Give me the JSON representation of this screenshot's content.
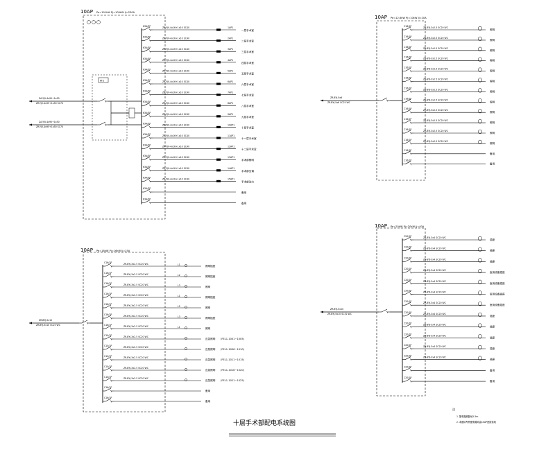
{
  "panels": [
    {
      "id": "top-left",
      "title": "10AP",
      "title_params": "Pe=191kW  Pj=109kW  Ij=230A",
      "has_ats": true,
      "ats_label": "ATS",
      "incoming": [
        {
          "label": "ZA-YJV-4x95+1x50",
          "sub": "ZR-YJV-4x95+1x50 SC70"
        },
        {
          "label": "ZA-YJV-4x95+1x50",
          "sub": "ZR-YJV-4x95+1x50 SC70"
        }
      ],
      "breakers": [
        {
          "rating": "63A/3P",
          "cable": "ZR-YJV-4x16+1x10 SC40",
          "dest": "1AP1",
          "note": "一层手术室"
        },
        {
          "rating": "63A/3P",
          "cable": "ZR-YJV-4x16+1x10 SC40",
          "dest": "2AP1",
          "note": "二层手术室"
        },
        {
          "rating": "63A/3P",
          "cable": "ZR-YJV-4x16+1x10 SC40",
          "dest": "3AP1",
          "note": "三层手术室"
        },
        {
          "rating": "63A/3P",
          "cable": "ZR-YJV-4x16+1x10 SC40",
          "dest": "4AP1",
          "note": "四层手术室"
        },
        {
          "rating": "63A/3P",
          "cable": "ZR-YJV-4x16+1x10 SC40",
          "dest": "5AP1",
          "note": "五层手术室"
        },
        {
          "rating": "63A/3P",
          "cable": "ZR-YJV-4x16+1x10 SC40",
          "dest": "6AP1",
          "note": "六层手术室"
        },
        {
          "rating": "63A/3P",
          "cable": "ZR-YJV-4x16+1x10 SC40",
          "dest": "7AP1",
          "note": "七层手术室"
        },
        {
          "rating": "63A/3P",
          "cable": "ZR-YJV-4x16+1x10 SC40",
          "dest": "8AP1",
          "note": "八层手术室"
        },
        {
          "rating": "63A/3P",
          "cable": "ZR-YJV-4x16+1x10 SC40",
          "dest": "9AP1",
          "note": "九层手术室"
        },
        {
          "rating": "63A/3P",
          "cable": "ZR-YJV-4x16+1x10 SC40",
          "dest": "10AP1",
          "note": "十层手术室"
        },
        {
          "rating": "63A/3P",
          "cable": "ZR-YJV-4x16+1x10 SC40",
          "dest": "11AP1",
          "note": "十一层手术室"
        },
        {
          "rating": "63A/3P",
          "cable": "ZR-YJV-4x16+1x10 SC40",
          "dest": "12AP1",
          "note": "十二层手术室"
        },
        {
          "rating": "63A/3P",
          "cable": "ZR-YJV-4x16+1x10 SC40",
          "dest": "13AP1",
          "note": "手术部照明"
        },
        {
          "rating": "63A/3P",
          "cable": "ZR-YJV-4x16+1x10 SC40",
          "dest": "14AP1",
          "note": "手术部空调"
        },
        {
          "rating": "63A/3P",
          "cable": "ZR-YJV-4x16+1x10 SC40",
          "dest": "15AP1",
          "note": "手术部动力"
        },
        {
          "rating": "63A/3P",
          "cable": "",
          "dest": "",
          "note": "备用"
        },
        {
          "rating": "63A/3P",
          "cable": "",
          "dest": "",
          "note": "备用"
        }
      ]
    },
    {
      "id": "bottom-left",
      "title": "10AP",
      "title_params": "Pe=18kW  Pj=16kW  Ij=25A",
      "has_ats": false,
      "incoming": [
        {
          "label": "ZR-BYJ-5x10",
          "sub": "ZR-BYJ-5x10 SC25 WC"
        }
      ],
      "breakers": [
        {
          "rating": "C16/1P",
          "cable": "ZR-BYJ-3x2.5 SC20 WC",
          "phase": "L1",
          "note": "照明插座"
        },
        {
          "rating": "C16/1P",
          "cable": "ZR-BYJ-3x2.5 SC20 WC",
          "phase": "L2",
          "note": "照明插座"
        },
        {
          "rating": "C16/1P",
          "cable": "ZR-BYJ-3x2.5 SC20 WC",
          "phase": "L3",
          "note": "照明"
        },
        {
          "rating": "C16/1P",
          "cable": "ZR-BYJ-3x2.5 SC20 WC",
          "phase": "L1",
          "note": "照明插座"
        },
        {
          "rating": "C16/1P",
          "cable": "ZR-BYJ-3x2.5 SC20 WC",
          "phase": "L2",
          "note": "照明"
        },
        {
          "rating": "C16/1P",
          "cable": "ZR-BYJ-3x2.5 SC20 WC",
          "phase": "L3",
          "note": "照明插座"
        },
        {
          "rating": "C16/1P",
          "cable": "ZR-BYJ-3x2.5 SC20 WC",
          "phase": "L1",
          "note": "照明"
        },
        {
          "rating": "C10/1P",
          "cable": "ZR-BYJ-3x2.5 SC20 WC",
          "phase": "",
          "note": "应急照明",
          "extra": "(FEL1-1001~1005)"
        },
        {
          "rating": "C10/1P",
          "cable": "ZR-BYJ-3x2.5 SC20 WC",
          "phase": "",
          "note": "应急照明",
          "extra": "(FEL1-1006~1010)"
        },
        {
          "rating": "C10/1P",
          "cable": "ZR-BYJ-3x2.5 SC20 WC",
          "phase": "",
          "note": "应急照明",
          "extra": "(FEL1-1011~1015)"
        },
        {
          "rating": "C10/1P",
          "cable": "ZR-BYJ-3x2.5 SC20 WC",
          "phase": "",
          "note": "应急照明",
          "extra": "(FEL1-1016~1020)"
        },
        {
          "rating": "C10/1P",
          "cable": "ZR-BYJ-3x2.5 SC20 WC",
          "phase": "",
          "note": "应急照明",
          "extra": "(FEL1-1021~1025)"
        },
        {
          "rating": "C16/1P",
          "cable": "",
          "phase": "",
          "note": "备用"
        },
        {
          "rating": "C16/1P",
          "cable": "",
          "phase": "",
          "note": "备用"
        }
      ]
    },
    {
      "id": "top-right",
      "title": "10AP",
      "title_params": "Pe=12.6kW  Pj=10kW  Ij=20A",
      "has_ats": false,
      "incoming": [
        {
          "label": "ZR-BYJ-5x6",
          "sub": "ZR-BYJ-5x6 SC25 WC"
        }
      ],
      "breakers": [
        {
          "rating": "C16/1P",
          "cable": "ZR-BYJ-3x2.5 SC20 WC",
          "note": "照明"
        },
        {
          "rating": "C16/1P",
          "cable": "ZR-BYJ-3x2.5 SC20 WC",
          "note": "照明"
        },
        {
          "rating": "C16/1P",
          "cable": "ZR-BYJ-3x2.5 SC20 WC",
          "note": "照明"
        },
        {
          "rating": "C16/1P",
          "cable": "ZR-BYJ-3x2.5 SC20 WC",
          "note": "照明"
        },
        {
          "rating": "C16/1P",
          "cable": "ZR-BYJ-3x2.5 SC20 WC",
          "note": "照明"
        },
        {
          "rating": "C16/1P",
          "cable": "ZR-BYJ-3x2.5 SC20 WC",
          "note": "照明"
        },
        {
          "rating": "C16/1P",
          "cable": "ZR-BYJ-3x2.5 SC20 WC",
          "note": "照明"
        },
        {
          "rating": "C16/1P",
          "cable": "ZR-BYJ-3x2.5 SC20 WC",
          "note": "照明"
        },
        {
          "rating": "C16/1P",
          "cable": "ZR-BYJ-3x2.5 SC20 WC",
          "note": "照明"
        },
        {
          "rating": "C16/1P",
          "cable": "ZR-BYJ-3x2.5 SC20 WC",
          "note": "照明"
        },
        {
          "rating": "C16/1P",
          "cable": "ZR-BYJ-3x2.5 SC20 WC",
          "note": "照明"
        },
        {
          "rating": "C16/1P",
          "cable": "ZR-BYJ-3x2.5 SC20 WC",
          "note": "照明"
        },
        {
          "rating": "C16/1P",
          "cable": "",
          "note": "备用"
        },
        {
          "rating": "C16/1P",
          "cable": "",
          "note": "备用"
        }
      ]
    },
    {
      "id": "bottom-right",
      "title": "10AP",
      "title_params": "Pe=20kW  Pj=20kW  Ij=40A",
      "has_ats": false,
      "incoming": [
        {
          "label": "ZR-BYJ-5x10",
          "sub": "ZR-BYJ-5x10 SC32 WC"
        }
      ],
      "breakers": [
        {
          "rating": "C20/1P",
          "cable": "ZR-BYJ-3x4 SC20 WC",
          "note": "插座"
        },
        {
          "rating": "C20/1P",
          "cable": "ZR-BYJ-3x4 SC20 WC",
          "note": "插座"
        },
        {
          "rating": "C20/1P",
          "cable": "ZR-BYJ-3x4 SC20 WC",
          "note": "插座"
        },
        {
          "rating": "C20/1P",
          "cable": "ZR-BYJ-3x4 SC20 WC",
          "note": "医用设备插座"
        },
        {
          "rating": "C20/1P",
          "cable": "ZR-BYJ-3x4 SC20 WC",
          "note": "医用设备插座"
        },
        {
          "rating": "C20/1P",
          "cable": "ZR-BYJ-3x4 SC20 WC",
          "note": "医用设备插座"
        },
        {
          "rating": "C20/1P",
          "cable": "ZR-BYJ-3x4 SC20 WC",
          "note": "医用设备插座"
        },
        {
          "rating": "C20/1P",
          "cable": "ZR-BYJ-3x4 SC20 WC",
          "note": "插座"
        },
        {
          "rating": "C20/1P",
          "cable": "ZR-BYJ-3x4 SC20 WC",
          "note": "插座"
        },
        {
          "rating": "C20/1P",
          "cable": "ZR-BYJ-3x4 SC20 WC",
          "note": "插座"
        },
        {
          "rating": "C20/1P",
          "cable": "ZR-BYJ-3x4 SC20 WC",
          "note": "插座"
        },
        {
          "rating": "C20/1P",
          "cable": "ZR-BYJ-3x4 SC20 WC",
          "note": "插座"
        },
        {
          "rating": "C20/1P",
          "cable": "",
          "note": "备用"
        },
        {
          "rating": "C20/1P",
          "cable": "",
          "note": "备用"
        }
      ]
    }
  ],
  "drawing_title": "十层手术部配电系统图",
  "notes": {
    "heading": "注",
    "items": [
      "1. 配电箱底距地1.5m",
      "2. 本图中所有配电箱均由10AP进线供电"
    ]
  }
}
